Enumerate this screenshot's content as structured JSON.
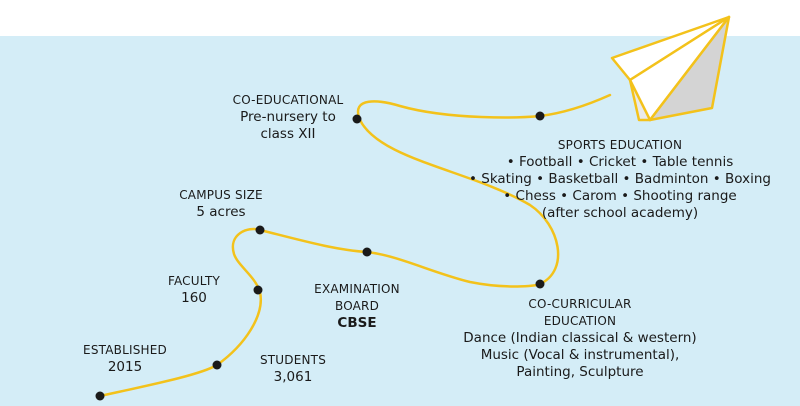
{
  "colors": {
    "background_band": "#d4edf7",
    "path": "#f3c21b",
    "dot": "#1a1a1a",
    "plane_outline": "#f3c21b",
    "plane_shadow": "#cfcfcf"
  },
  "icon": "paper-plane-icon",
  "milestones": {
    "coeducational": {
      "title": "CO-EDUCATIONAL",
      "line1": "Pre-nursery to",
      "line2": "class XII"
    },
    "sports": {
      "title": "SPORTS EDUCATION",
      "line1": "•   Football • Cricket • Table tennis",
      "line2": "• Skating • Basketball • Badminton • Boxing",
      "line3": "• Chess • Carom • Shooting range",
      "line4": "(after school academy)"
    },
    "campus": {
      "title": "CAMPUS SIZE",
      "value": "5 acres"
    },
    "faculty": {
      "title": "FACULTY",
      "value": "160"
    },
    "examination": {
      "title1": "EXAMINATION",
      "title2": "BOARD",
      "value": "CBSE"
    },
    "cocurricular": {
      "title1": "CO-CURRICULAR",
      "title2": "EDUCATION",
      "line1": "Dance (Indian classical & western)",
      "line2": "Music (Vocal & instrumental),",
      "line3": "Painting, Sculpture"
    },
    "established": {
      "title": "ESTABLISHED",
      "value": "2015"
    },
    "students": {
      "title": "STUDENTS",
      "value": "3,061"
    }
  }
}
